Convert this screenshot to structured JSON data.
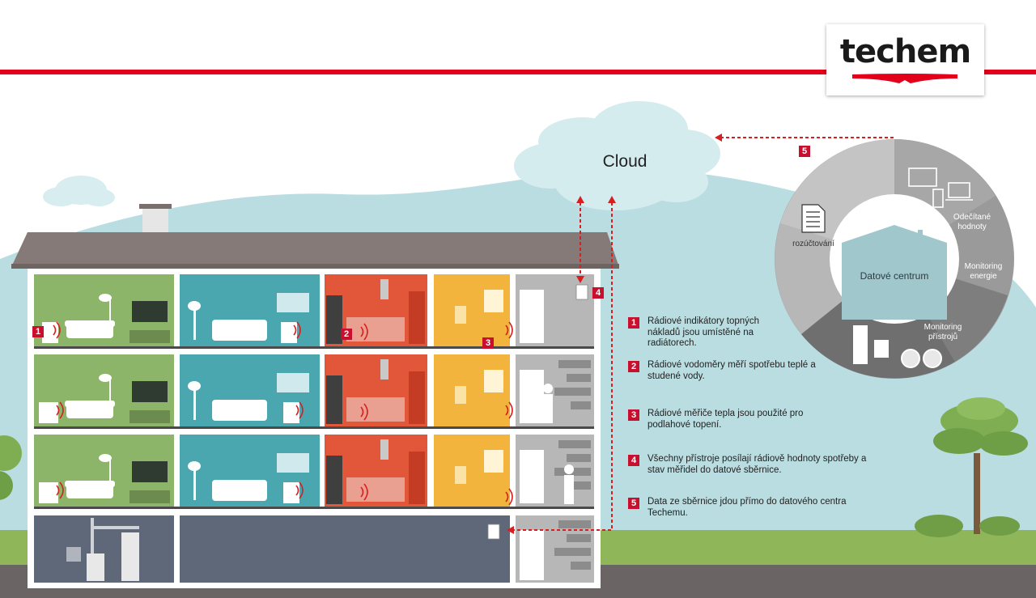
{
  "brand": {
    "logo_text": "techem",
    "accent": "#e3001b"
  },
  "cloud_label": "Cloud",
  "data_center_label": "Datové centrum",
  "ring_labels": {
    "billing": "rozúčtování",
    "readings": "Odečítané hodnoty",
    "energy_monitoring": "Monitoring energie",
    "device_monitoring": "Monitoring přístrojů"
  },
  "badges": {
    "b1": "1",
    "b2": "2",
    "b3": "3",
    "b4": "4",
    "b5": "5"
  },
  "legend": [
    {
      "num": "1",
      "text": "Rádiové indikátory topných nákladů jsou umístěné na radiátorech."
    },
    {
      "num": "2",
      "text": "Rádiové vodoměry měří spotřebu teplé a studené vody."
    },
    {
      "num": "3",
      "text": "Rádiové měřiče tepla jsou použité pro podlahové topení."
    },
    {
      "num": "4",
      "text": "Všechny přístroje posílají rádiově hodnoty spotřeby a stav měřidel do datové sběrnice."
    },
    {
      "num": "5",
      "text": "Data ze sběrnice jdou přímo do datového centra Techemu."
    }
  ],
  "colors": {
    "sky": "#b9dde1",
    "grass": "#8fb75a",
    "roof": "#857a78",
    "living": "#8cb56a",
    "bedroom": "#4aa7b0",
    "kitchen": "#e2573a",
    "bath": "#f2b43c",
    "stair": "#b7b7b7",
    "basement": "#5f6878",
    "ring": "#9b9b9b",
    "center": "#9fc7cc"
  }
}
